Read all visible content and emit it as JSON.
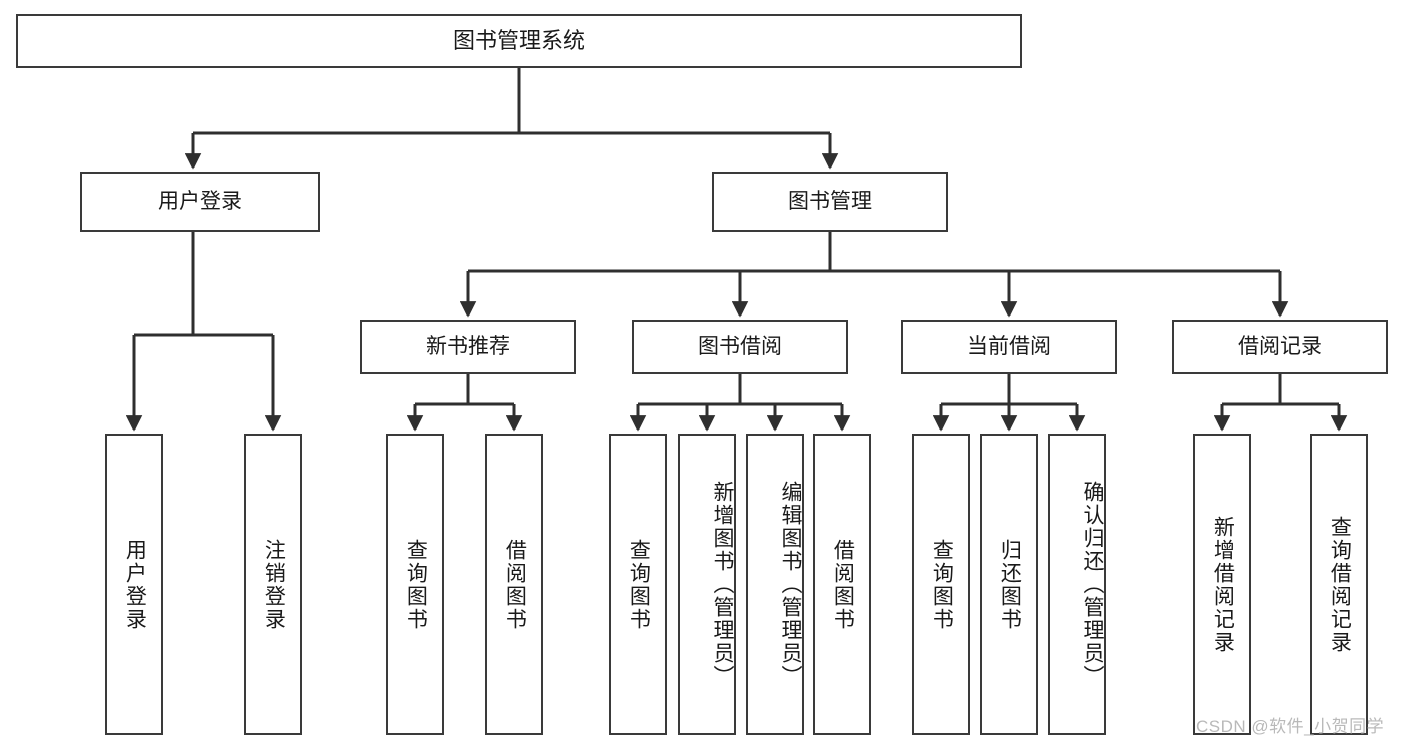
{
  "diagram": {
    "title": "图书管理系统",
    "type": "hierarchy-tree",
    "levels": [
      {
        "level": 1,
        "nodes": [
          {
            "id": "root",
            "label": "图书管理系统",
            "orientation": "horizontal"
          }
        ]
      },
      {
        "level": 2,
        "nodes": [
          {
            "id": "user-login",
            "label": "用户登录",
            "orientation": "horizontal"
          },
          {
            "id": "book-management",
            "label": "图书管理",
            "orientation": "horizontal"
          }
        ]
      },
      {
        "level": 3,
        "nodes": [
          {
            "id": "new-book-recommend",
            "label": "新书推荐",
            "orientation": "horizontal"
          },
          {
            "id": "book-borrow",
            "label": "图书借阅",
            "orientation": "horizontal"
          },
          {
            "id": "current-borrow",
            "label": "当前借阅",
            "orientation": "horizontal"
          },
          {
            "id": "borrow-record",
            "label": "借阅记录",
            "orientation": "horizontal"
          }
        ]
      },
      {
        "level": 4,
        "nodes": [
          {
            "id": "leaf-user-login",
            "label": "用户登录",
            "orientation": "vertical",
            "parent": "user-login"
          },
          {
            "id": "leaf-logout",
            "label": "注销登录",
            "orientation": "vertical",
            "parent": "user-login"
          },
          {
            "id": "leaf-query-book-1",
            "label": "查询图书",
            "orientation": "vertical",
            "parent": "new-book-recommend"
          },
          {
            "id": "leaf-borrow-book-1",
            "label": "借阅图书",
            "orientation": "vertical",
            "parent": "new-book-recommend"
          },
          {
            "id": "leaf-query-book-2",
            "label": "查询图书",
            "orientation": "vertical",
            "parent": "book-borrow"
          },
          {
            "id": "leaf-add-book",
            "label": "新增图书（管理员）",
            "orientation": "vertical",
            "parent": "book-borrow"
          },
          {
            "id": "leaf-edit-book",
            "label": "编辑图书（管理员）",
            "orientation": "vertical",
            "parent": "book-borrow"
          },
          {
            "id": "leaf-borrow-book-2",
            "label": "借阅图书",
            "orientation": "vertical",
            "parent": "book-borrow"
          },
          {
            "id": "leaf-query-book-3",
            "label": "查询图书",
            "orientation": "vertical",
            "parent": "current-borrow"
          },
          {
            "id": "leaf-return-book",
            "label": "归还图书",
            "orientation": "vertical",
            "parent": "current-borrow"
          },
          {
            "id": "leaf-confirm-return",
            "label": "确认归还（管理员）",
            "orientation": "vertical",
            "parent": "current-borrow"
          },
          {
            "id": "leaf-add-record",
            "label": "新增借阅记录",
            "orientation": "vertical",
            "parent": "borrow-record"
          },
          {
            "id": "leaf-query-record",
            "label": "查询借阅记录",
            "orientation": "vertical",
            "parent": "borrow-record"
          }
        ]
      }
    ]
  },
  "watermark": {
    "text": "CSDN @软件_小贺同学"
  },
  "colors": {
    "background": "#ffffff",
    "node_border": "#3a3a3a",
    "node_fill": "#ffffff",
    "edge": "#2f2f2f",
    "text": "#1a1a1a",
    "watermark": "#b9b9b9"
  }
}
